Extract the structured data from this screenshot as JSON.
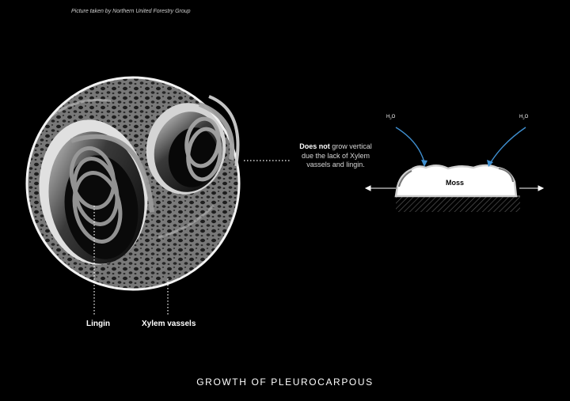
{
  "credit": "Picture taken by Northern United Forestry Group",
  "labels": {
    "lingin": "Lingin",
    "xylem": "Xylem vassels"
  },
  "note": {
    "bold": "Does not",
    "rest": " grow vertical due the lack of Xylem vassels and lingin."
  },
  "moss": {
    "label": "Moss",
    "h2o_left": "H",
    "h2o_right": "H",
    "h2o_sub": "2",
    "h2o_o": "O"
  },
  "title": "GROWTH OF PLEUROCARPOUS",
  "colors": {
    "background": "#000000",
    "arrow_blue": "#3f8fd0",
    "ring_grey": "#9a9a9a"
  }
}
